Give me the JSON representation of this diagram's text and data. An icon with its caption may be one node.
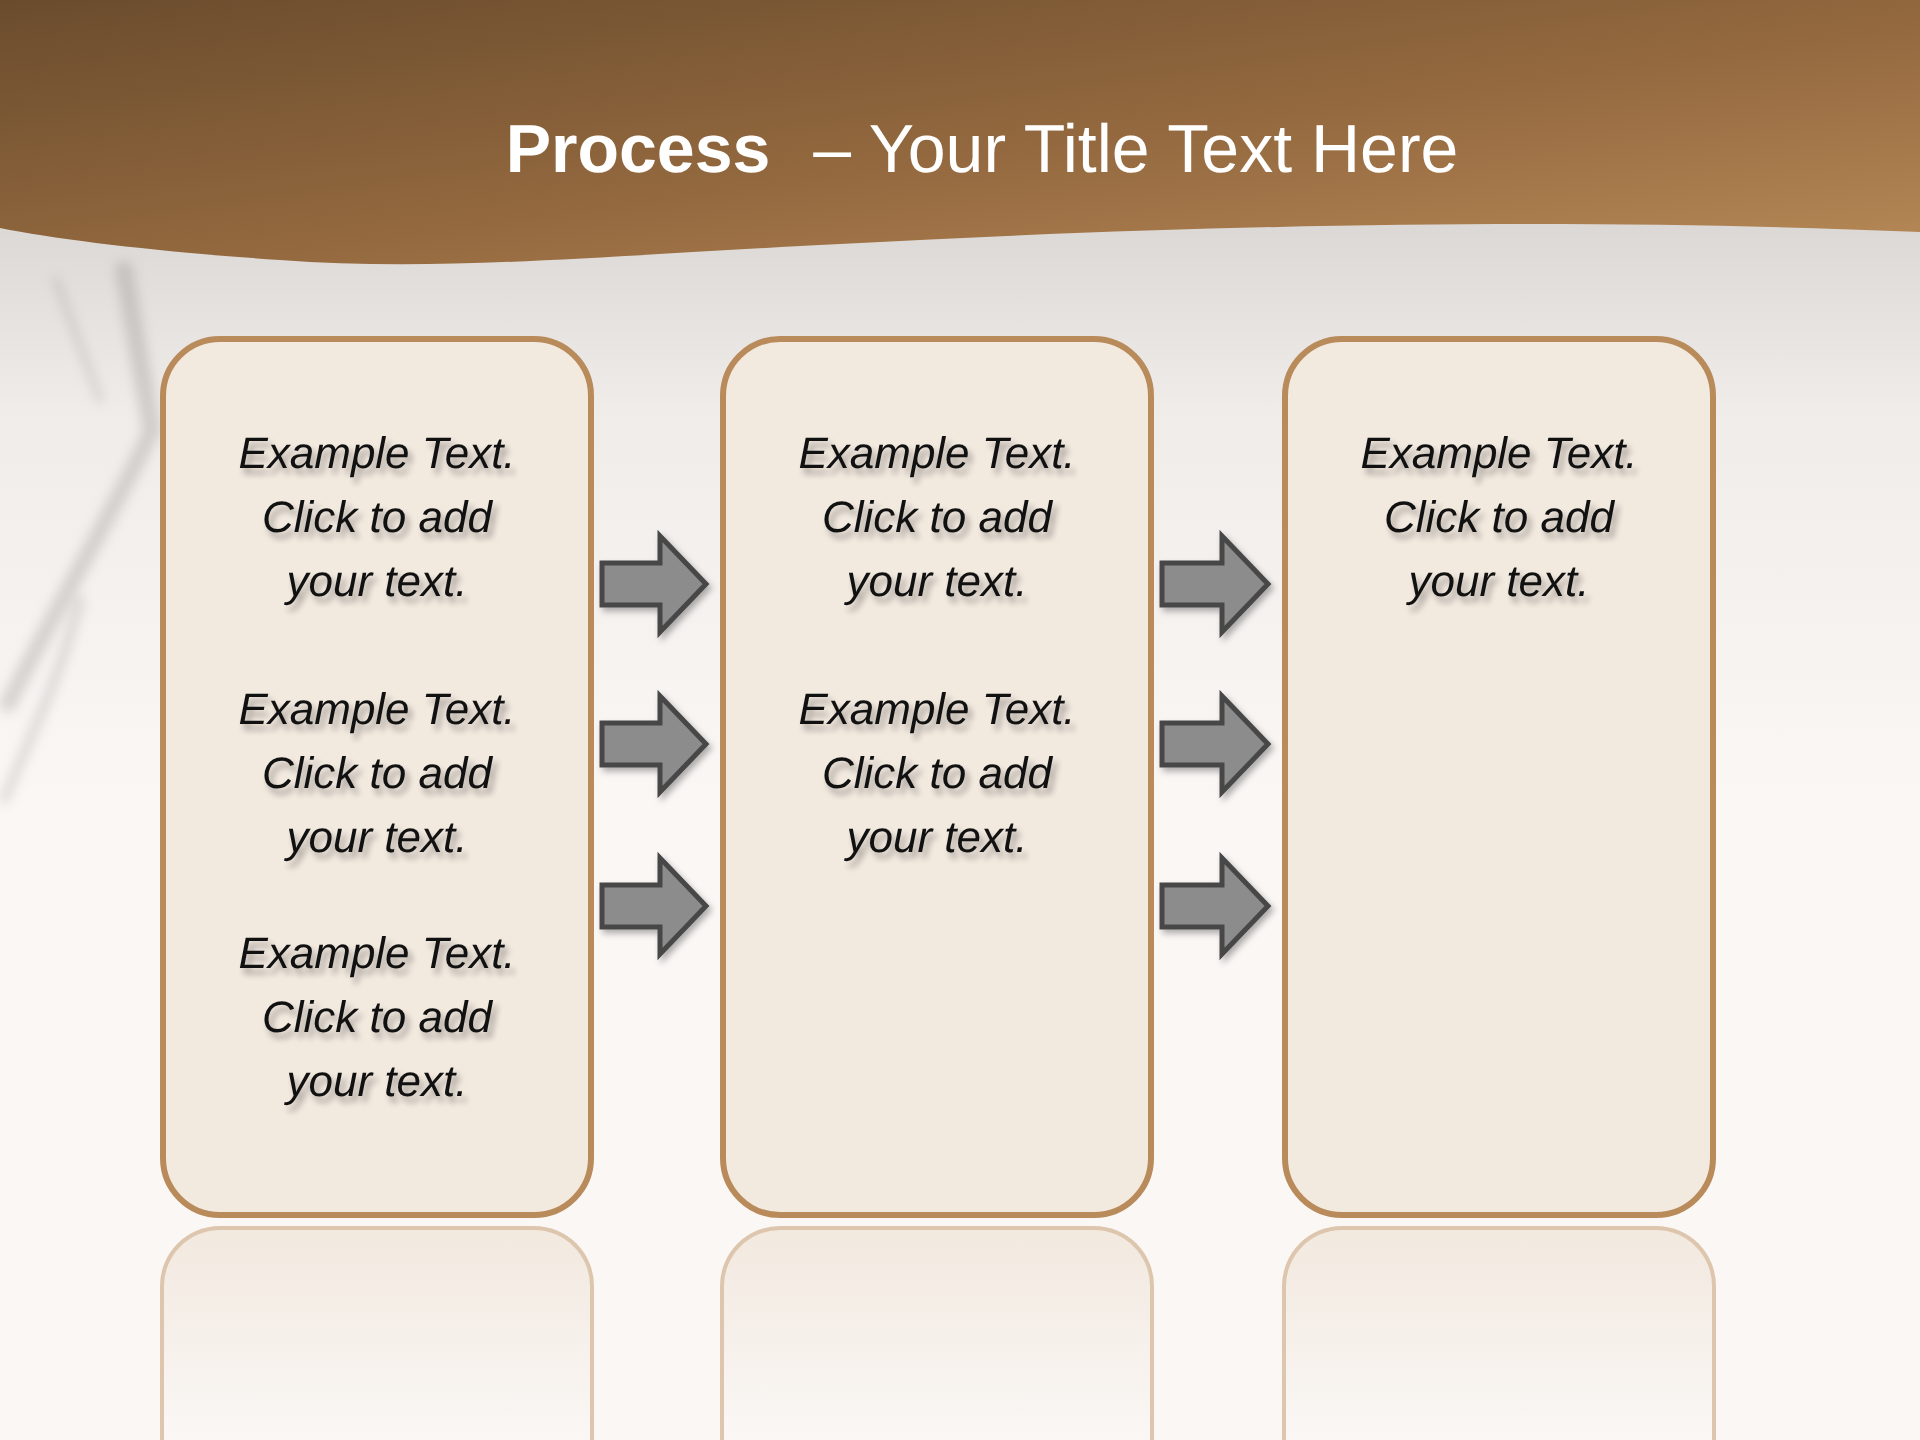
{
  "diagram": {
    "title": "**Process** – Your Title Text Here",
    "nodes": [
      {
        "text": [
          "Example Text. Click to add your text.",
          "Example Text. Click to add your text.",
          "Example Text. Click to add your text."
        ]
      },
      {
        "text": [
          "Example Text. Click to add your text.",
          "Example Text. Click to add your text."
        ]
      },
      {
        "text": [
          "Example Text. Click to add your text."
        ]
      },
      {
        "text": [],
        "shape": "box"
      },
      {
        "text": [],
        "shape": "box"
      },
      {
        "text": [],
        "shape": "box"
      }
    ],
    "edges": [
      {
        "from": 0,
        "to": 1,
        "arrow": "to"
      },
      {
        "from": 0,
        "to": 1,
        "arrow": "to"
      },
      {
        "from": 0,
        "to": 1,
        "arrow": "to"
      },
      {
        "from": 1,
        "to": 2,
        "arrow": "to"
      },
      {
        "from": 1,
        "to": 2,
        "arrow": "to"
      },
      {
        "from": 1,
        "to": 2,
        "arrow": "to"
      }
    ]
  }
}
